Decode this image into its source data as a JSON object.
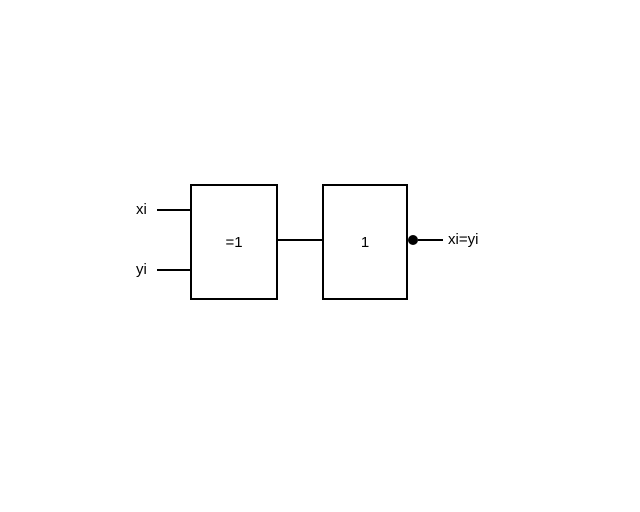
{
  "diagram": {
    "title": "xor-followed-by-inverter-equality-circuit",
    "colors": {
      "line": "#000000",
      "background": "#ffffff"
    },
    "inputs": [
      {
        "label": "xi"
      },
      {
        "label": "yi"
      }
    ],
    "gates": [
      {
        "label": "=1",
        "type": "xor-gate-iec"
      },
      {
        "label": "1",
        "type": "buffer-gate-iec-with-inversion-bubble"
      }
    ],
    "output": {
      "label": "xi=yi"
    }
  }
}
